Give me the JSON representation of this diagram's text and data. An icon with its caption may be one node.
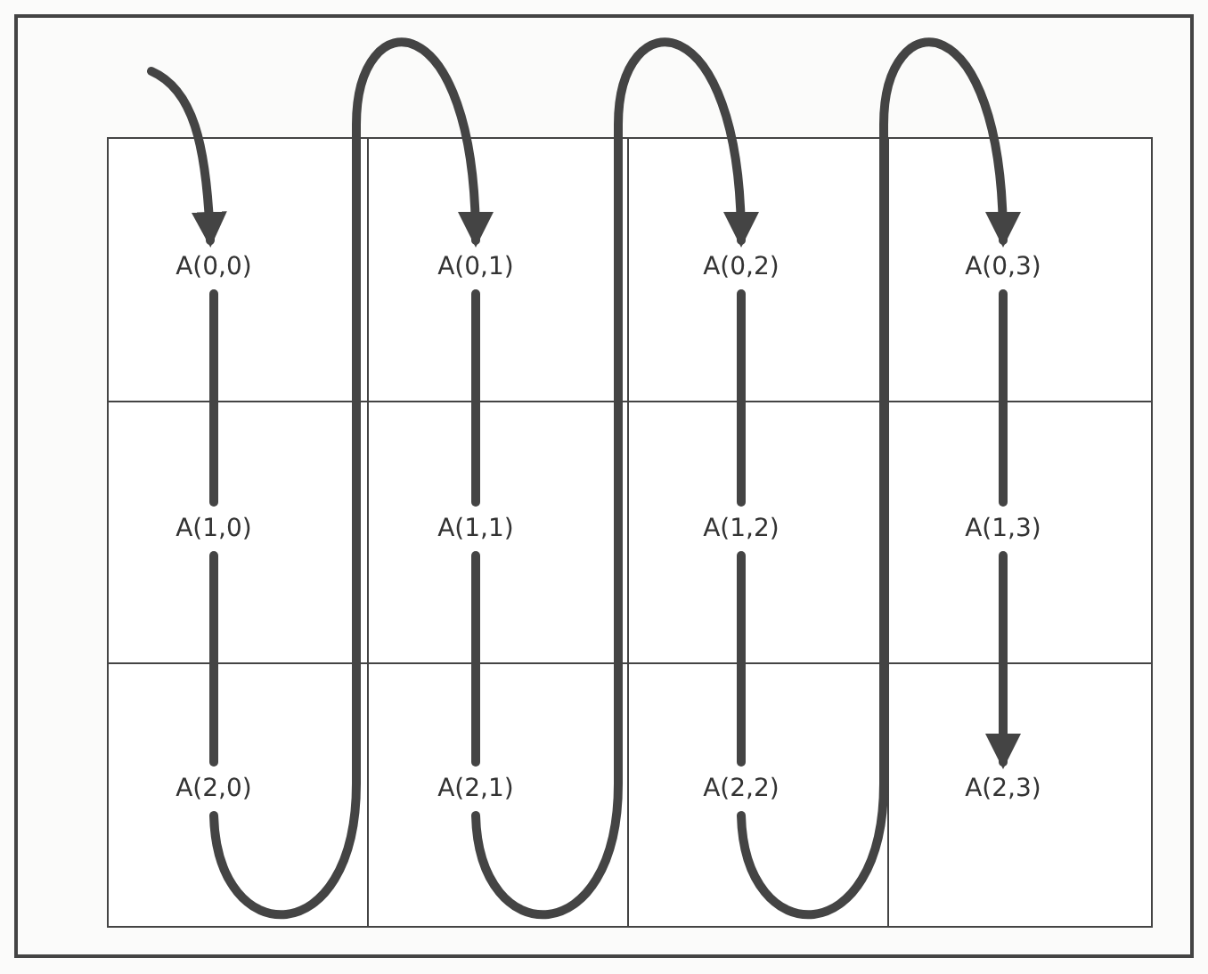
{
  "diagram": {
    "nodes": [
      {
        "text": [
          "A(0,0)"
        ]
      },
      {
        "text": [
          "A(0,1)"
        ]
      },
      {
        "text": [
          "A(0,2)"
        ]
      },
      {
        "text": [
          "A(0,3)"
        ]
      },
      {
        "text": [
          "A(1,0)"
        ]
      },
      {
        "text": [
          "A(1,1)"
        ]
      },
      {
        "text": [
          "A(1,2)"
        ]
      },
      {
        "text": [
          "A(1,3)"
        ]
      },
      {
        "text": [
          "A(2,0)"
        ]
      },
      {
        "text": [
          "A(2,1)"
        ]
      },
      {
        "text": [
          "A(2,2)"
        ]
      },
      {
        "text": [
          "A(2,3)"
        ]
      }
    ],
    "edges": [
      {
        "from": null,
        "to": 0,
        "arrow": "to"
      },
      {
        "from": 0,
        "to": 4,
        "arrow": "none"
      },
      {
        "from": 4,
        "to": 8,
        "arrow": "none"
      },
      {
        "from": 8,
        "to": 1,
        "arrow": "to"
      },
      {
        "from": 1,
        "to": 5,
        "arrow": "none"
      },
      {
        "from": 5,
        "to": 9,
        "arrow": "none"
      },
      {
        "from": 9,
        "to": 2,
        "arrow": "to"
      },
      {
        "from": 2,
        "to": 6,
        "arrow": "none"
      },
      {
        "from": 6,
        "to": 10,
        "arrow": "none"
      },
      {
        "from": 10,
        "to": 3,
        "arrow": "to"
      },
      {
        "from": 3,
        "to": 7,
        "arrow": "none"
      },
      {
        "from": 7,
        "to": 11,
        "arrow": "to"
      }
    ]
  }
}
